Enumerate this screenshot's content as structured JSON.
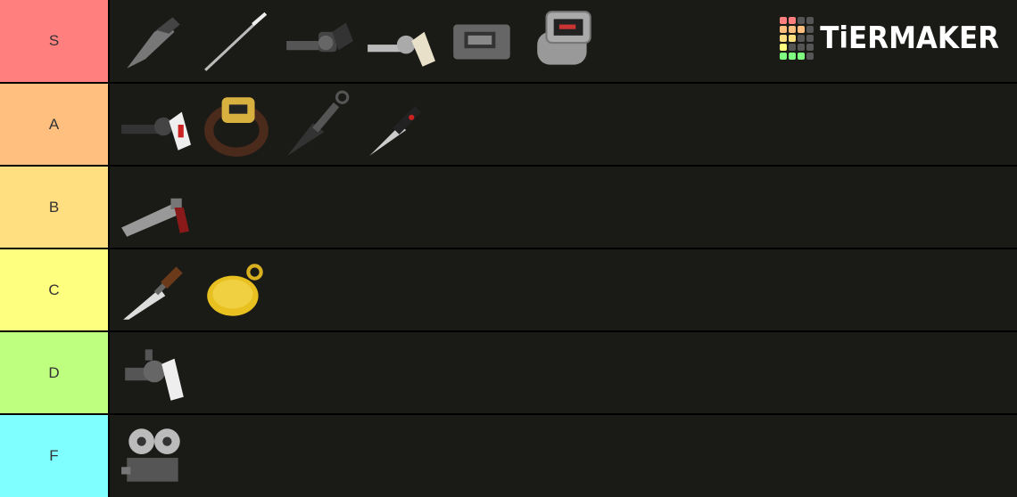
{
  "brand": {
    "text": "TiERMAKER"
  },
  "tiers": [
    {
      "label": "S",
      "color": "#ff7f7f",
      "items": [
        "knife-wedge-icon",
        "thin-blade-icon",
        "dark-revolver-icon",
        "silver-revolver-icon",
        "pager-device-icon",
        "digital-watch-icon"
      ]
    },
    {
      "label": "A",
      "color": "#ffbf7f",
      "items": [
        "black-revolver-icon",
        "gold-wristwatch-icon",
        "kunai-icon",
        "switchblade-icon"
      ]
    },
    {
      "label": "B",
      "color": "#ffdf7f",
      "items": [
        "long-pistol-icon"
      ]
    },
    {
      "label": "C",
      "color": "#ffff7f",
      "items": [
        "bowie-knife-icon",
        "pocket-watch-icon"
      ]
    },
    {
      "label": "D",
      "color": "#bfff7f",
      "items": [
        "snub-revolver-icon"
      ]
    },
    {
      "label": "F",
      "color": "#7fffff",
      "items": [
        "film-projector-icon"
      ]
    }
  ]
}
